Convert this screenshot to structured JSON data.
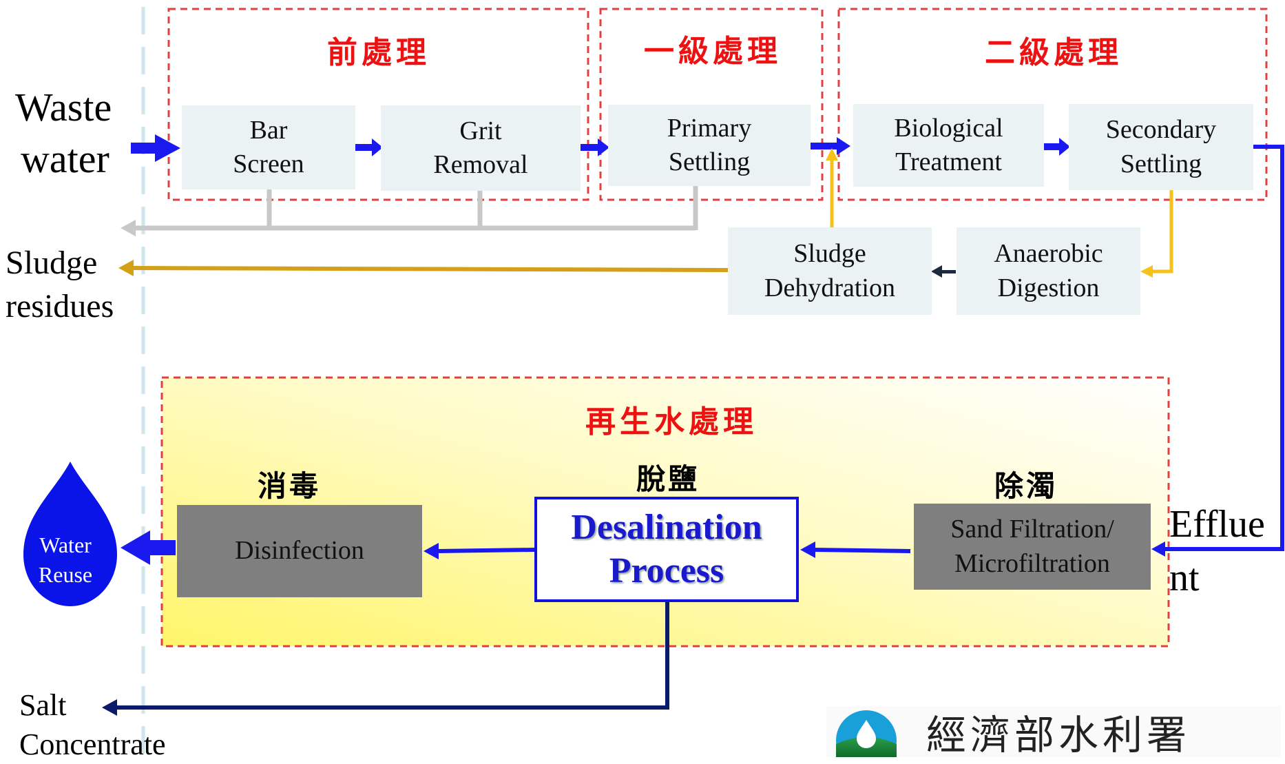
{
  "stages": {
    "pretreatment": "前處理",
    "primary": "一級處理",
    "secondary": "二級處理",
    "reclaimed": "再生水處理"
  },
  "process": {
    "bar_screen": [
      "Bar",
      "Screen"
    ],
    "grit_removal": [
      "Grit",
      "Removal"
    ],
    "primary_settling": [
      "Primary",
      "Settling"
    ],
    "biological_treatment": [
      "Biological",
      "Treatment"
    ],
    "secondary_settling": [
      "Secondary",
      "Settling"
    ],
    "sludge_dehydration": [
      "Sludge",
      "Dehydration"
    ],
    "anaerobic_digestion": [
      "Anaerobic",
      "Digestion"
    ],
    "filtration": [
      "Sand Filtration/",
      "Microfiltration"
    ],
    "desalination": [
      "Desalination",
      "Process"
    ],
    "disinfection": "Disinfection"
  },
  "step_labels": {
    "disinfection": "消毒",
    "desalination": "脫鹽",
    "turbidity_removal": "除濁"
  },
  "side_labels": {
    "wastewater": [
      "Waste",
      "water"
    ],
    "sludge_residues": [
      "Sludge",
      "residues"
    ],
    "effluent": [
      "Efflue",
      "nt"
    ],
    "salt_concentrate": [
      "Salt",
      "Concentrate"
    ],
    "water_reuse": [
      "Water",
      "Reuse"
    ]
  },
  "logo": {
    "text": "經濟部水利署",
    "icon": "water-drop-logo-icon"
  },
  "colors": {
    "stage_title": "#ee1111",
    "flow_arrow": "#1a1af0",
    "sludge_line": "#f5c21a",
    "residue_line": "#d4a017",
    "grey_line": "#c8c8c8",
    "salt_line": "#0c1a6a",
    "panel_fill": "#eaf2f4",
    "dark_box": "#7f7f7f",
    "reclaimed_bg": "#fff9a8",
    "drop": "#0a14e8"
  }
}
